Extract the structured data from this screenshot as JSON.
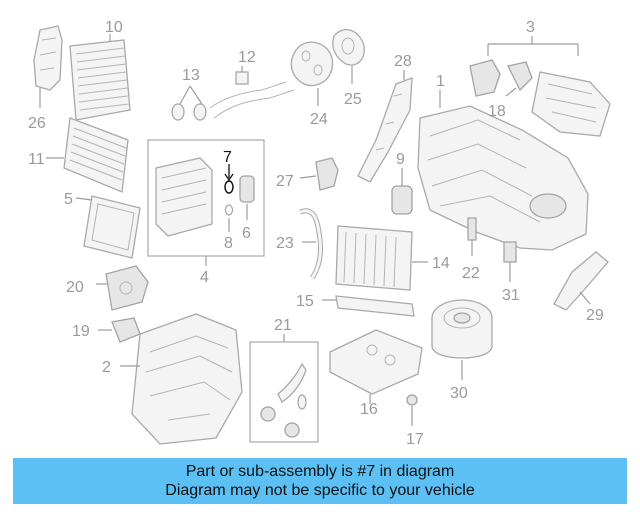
{
  "diagram": {
    "highlighted_part": "7",
    "callouts": [
      "1",
      "2",
      "3",
      "4",
      "5",
      "6",
      "7",
      "8",
      "9",
      "10",
      "11",
      "12",
      "13",
      "14",
      "15",
      "16",
      "17",
      "18",
      "19",
      "20",
      "21",
      "22",
      "23",
      "24",
      "25",
      "26",
      "27",
      "28",
      "29",
      "30",
      "31"
    ],
    "colors": {
      "callout": "#9a9a9a",
      "highlight": "#111111",
      "line_art": "#a9a9a9",
      "banner_bg": "#5cc0f5"
    }
  },
  "banner": {
    "line1": "Part or sub-assembly is #7 in diagram",
    "line2": "Diagram may not be specific to your vehicle"
  }
}
